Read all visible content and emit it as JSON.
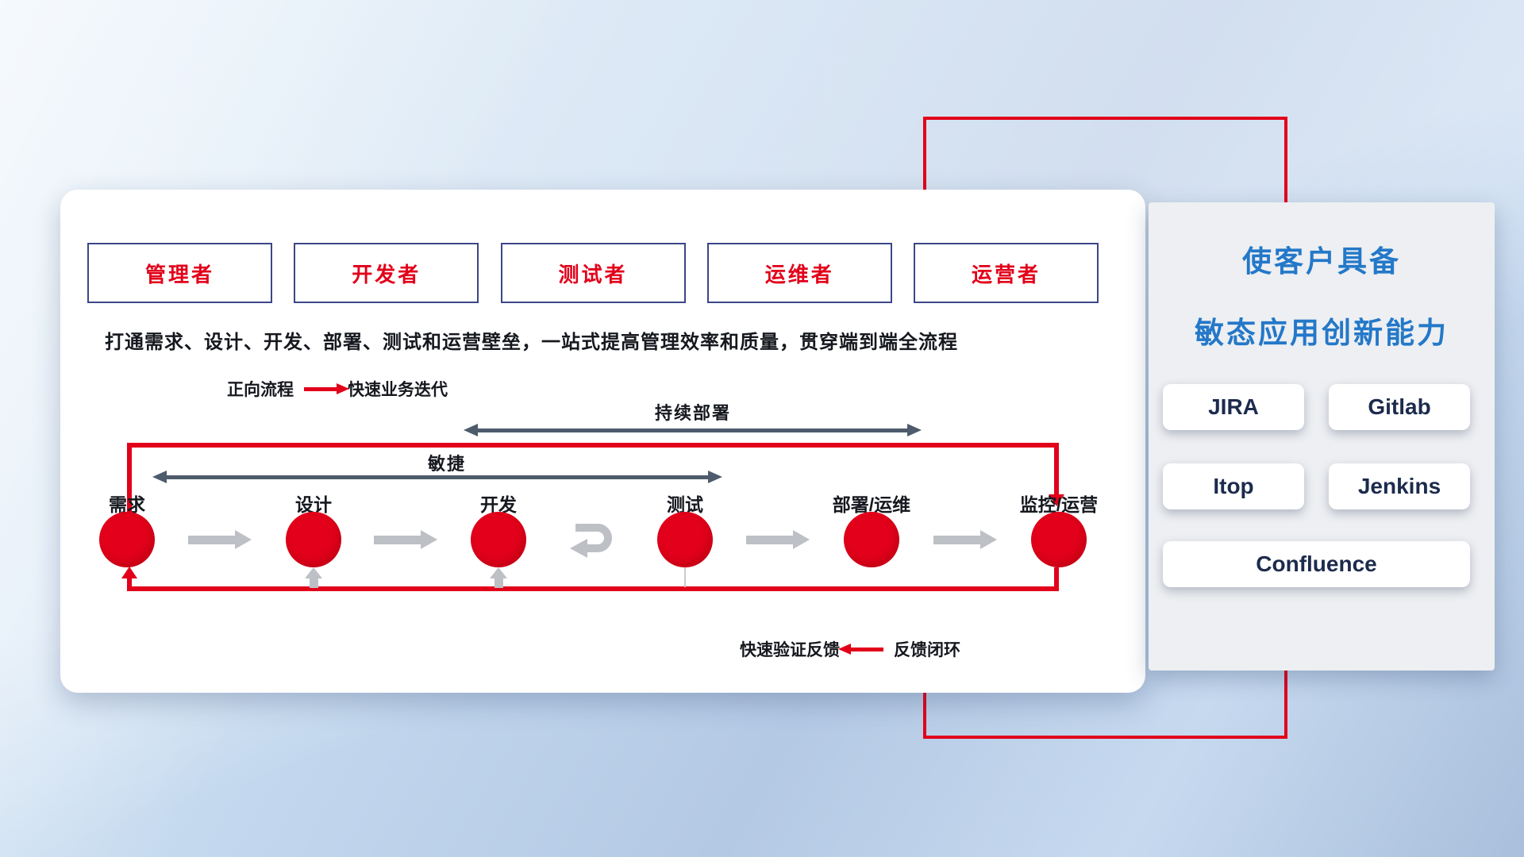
{
  "colors": {
    "red": "#e2001a",
    "navy": "#3b4689",
    "ink": "#15181e",
    "title-blue": "#2478c8",
    "arrow-gray": "#bdc0c5",
    "dark-arrow": "#4d5b6c",
    "tool-text": "#1c2b4d"
  },
  "roles": [
    "管理者",
    "开发者",
    "测试者",
    "运维者",
    "运营者"
  ],
  "description": "打通需求、设计、开发、部署、测试和运营壁垒，一站式提高管理效率和质量，贯穿端到端全流程",
  "legend_forward": {
    "label": "正向流程",
    "value": "快速业务迭代"
  },
  "flow": {
    "deploy_span_label": "持续部署",
    "agile_span_label": "敏捷",
    "stages": [
      "需求",
      "设计",
      "开发",
      "测试",
      "部署/运维",
      "监控/运营"
    ]
  },
  "legend_feedback": {
    "label": "快速验证反馈",
    "value": "反馈闭环"
  },
  "side_panel": {
    "title_line1": "使客户具备",
    "title_line2": "敏态应用创新能力",
    "tools": [
      "JIRA",
      "Gitlab",
      "Itop",
      "Jenkins",
      "Confluence"
    ]
  }
}
